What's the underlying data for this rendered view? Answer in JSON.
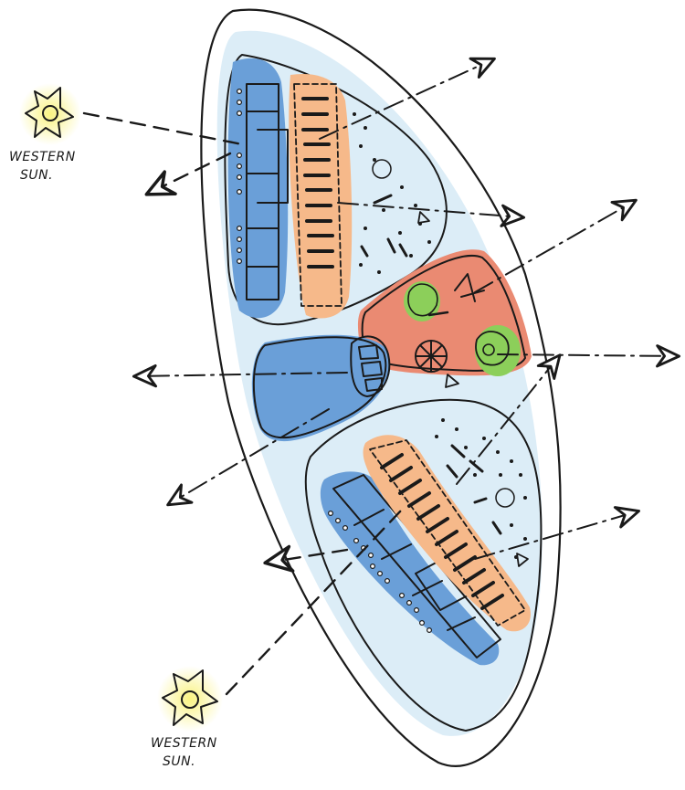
{
  "labels": {
    "sun_top_line1": "WESTERN",
    "sun_top_line2": "SUN.",
    "sun_bottom_line1": "WESTERN",
    "sun_bottom_line2": "SUN."
  },
  "colors": {
    "outline": "#1a1a1a",
    "light_blue": "#dcedf7",
    "blue": "#6a9fd8",
    "orange": "#f6b98a",
    "red": "#ea8a72",
    "green": "#8ccf5a",
    "sun_yellow": "#f7ef6a"
  }
}
